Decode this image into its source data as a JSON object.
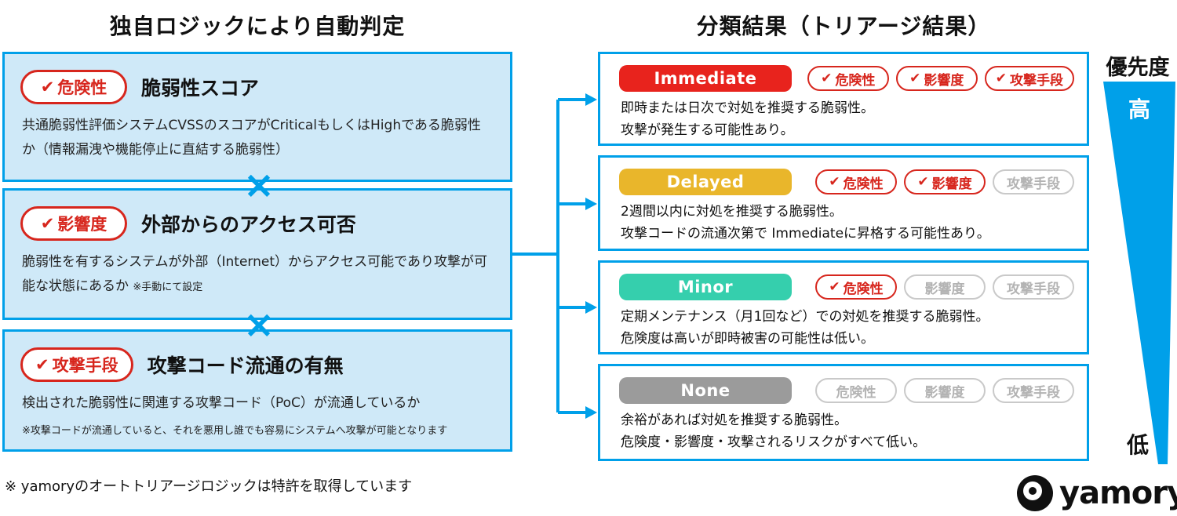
{
  "left": {
    "title": "独自ロジックにより自動判定",
    "multiply_symbol": "×",
    "criteria": [
      {
        "check": "✔",
        "badge": "危険性",
        "heading": "脆弱性スコア",
        "body": "共通脆弱性評価システムCVSSのスコアがCriticalもしくはHighである脆弱性か（情報漏洩や機能停止に直結する脆弱性）",
        "inline_note": "",
        "note": ""
      },
      {
        "check": "✔",
        "badge": "影響度",
        "heading": "外部からのアクセス可否",
        "body": "脆弱性を有するシステムが外部（Internet）からアクセス可能であり攻撃が可能な状態にあるか",
        "inline_note": "※手動にて設定",
        "note": ""
      },
      {
        "check": "✔",
        "badge": "攻撃手段",
        "heading": "攻撃コード流通の有無",
        "body": "検出された脆弱性に関連する攻撃コード（PoC）が流通しているか",
        "inline_note": "",
        "note": "※攻撃コードが流通していると、それを悪用し誰でも容易にシステムへ攻撃が可能となります"
      }
    ],
    "footnote": "※ yamoryのオートトリアージロジックは特許を取得しています"
  },
  "right": {
    "title": "分類結果（トリアージ結果）",
    "results": [
      {
        "label": "Immediate",
        "color": "#e8231d",
        "badges": [
          {
            "check": "✔",
            "label": "危険性",
            "checked": true
          },
          {
            "check": "✔",
            "label": "影響度",
            "checked": true
          },
          {
            "check": "✔",
            "label": "攻撃手段",
            "checked": true
          }
        ],
        "line1": "即時または日次で対処を推奨する脆弱性。",
        "line2": "攻撃が発生する可能性あり。"
      },
      {
        "label": "Delayed",
        "color": "#e9b62b",
        "badges": [
          {
            "check": "✔",
            "label": "危険性",
            "checked": true
          },
          {
            "check": "✔",
            "label": "影響度",
            "checked": true
          },
          {
            "check": "",
            "label": "攻撃手段",
            "checked": false
          }
        ],
        "line1": "2週間以内に対処を推奨する脆弱性。",
        "line2": "攻撃コードの流通次第で Immediateに昇格する可能性あり。"
      },
      {
        "label": "Minor",
        "color": "#35cfad",
        "badges": [
          {
            "check": "✔",
            "label": "危険性",
            "checked": true
          },
          {
            "check": "",
            "label": "影響度",
            "checked": false
          },
          {
            "check": "",
            "label": "攻撃手段",
            "checked": false
          }
        ],
        "line1": "定期メンテナンス（月1回など）での対処を推奨する脆弱性。",
        "line2": "危険度は高いが即時被害の可能性は低い。"
      },
      {
        "label": "None",
        "color": "#9b9b9b",
        "badges": [
          {
            "check": "",
            "label": "危険性",
            "checked": false
          },
          {
            "check": "",
            "label": "影響度",
            "checked": false
          },
          {
            "check": "",
            "label": "攻撃手段",
            "checked": false
          }
        ],
        "line1": "余裕があれば対処を推奨する脆弱性。",
        "line2": "危険度・影響度・攻撃されるリスクがすべて低い。"
      }
    ]
  },
  "priority": {
    "label": "優先度",
    "high": "高",
    "low": "低"
  },
  "brand": {
    "name": "yamory"
  },
  "colors": {
    "accent_blue": "#00a0e9",
    "box_fill": "#cfe9f8",
    "check_red": "#d7261d"
  }
}
